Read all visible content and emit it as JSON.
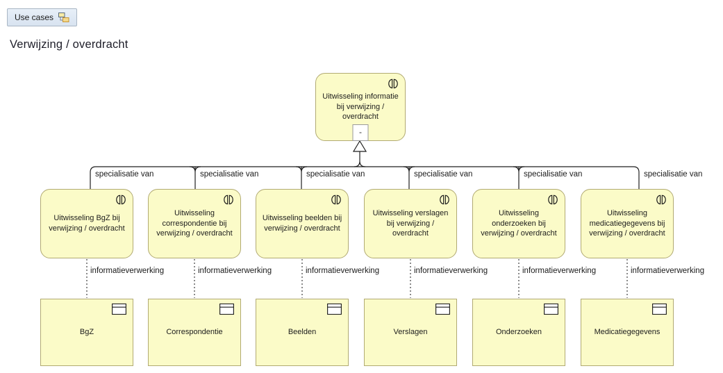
{
  "toolbar": {
    "use_cases_button": "Use cases"
  },
  "header": {
    "title": "Verwijzing / overdracht"
  },
  "diagram": {
    "root_node": {
      "label": "Uitwisseling informatie bij verwijzing / overdracht",
      "expander": "-"
    },
    "labels": {
      "specialization": "specialisatie van",
      "information_processing": "informatieverwerking"
    },
    "interaction_nodes": [
      {
        "label": "Uitwisseling BgZ bij verwijzing / overdracht"
      },
      {
        "label": "Uitwisseling correspondentie bij verwijzing / overdracht"
      },
      {
        "label": "Uitwisseling beelden bij verwijzing / overdracht"
      },
      {
        "label": "Uitwisseling verslagen bij verwijzing / overdracht"
      },
      {
        "label": "Uitwisseling onderzoeken bij verwijzing / overdracht"
      },
      {
        "label": "Uitwisseling medicatiegegevens bij verwijzing / overdracht"
      }
    ],
    "object_nodes": [
      {
        "label": "BgZ"
      },
      {
        "label": "Correspondentie"
      },
      {
        "label": "Beelden"
      },
      {
        "label": "Verslagen"
      },
      {
        "label": "Onderzoeken"
      },
      {
        "label": "Medicatiegegevens"
      }
    ],
    "colors": {
      "node_fill": "#FBFBC8",
      "node_border": "#B1AA72",
      "connector": "#1E1E1E"
    }
  }
}
